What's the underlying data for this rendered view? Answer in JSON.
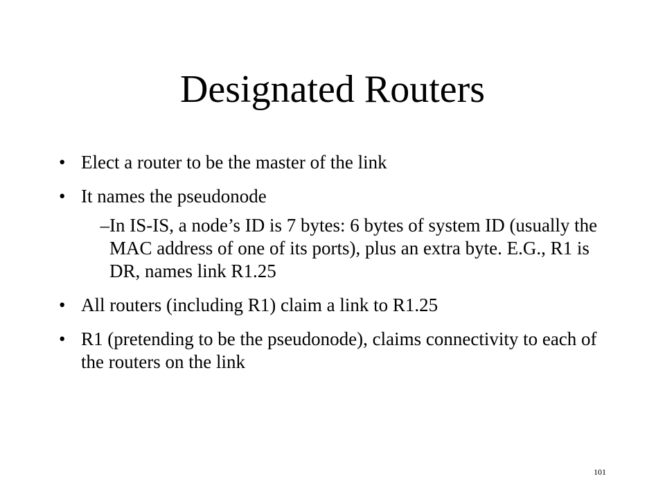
{
  "slide": {
    "title": "Designated Routers",
    "bullets": [
      {
        "level": 1,
        "marker": "•",
        "text": "Elect a router to be the master of the link"
      },
      {
        "level": 1,
        "marker": "•",
        "text": "It names the pseudonode"
      },
      {
        "level": 2,
        "marker": "–",
        "text": "In IS-IS, a node’s ID is 7 bytes: 6 bytes of system ID (usually the MAC address of one of its ports), plus an extra byte.  E.G., R1 is DR, names link R1.25"
      },
      {
        "level": 1,
        "marker": "•",
        "text": "All routers (including R1) claim a link to R1.25"
      },
      {
        "level": 1,
        "marker": "•",
        "text": "R1 (pretending to be the pseudonode), claims connectivity to each of the routers on the link"
      }
    ],
    "page_number": "101"
  }
}
